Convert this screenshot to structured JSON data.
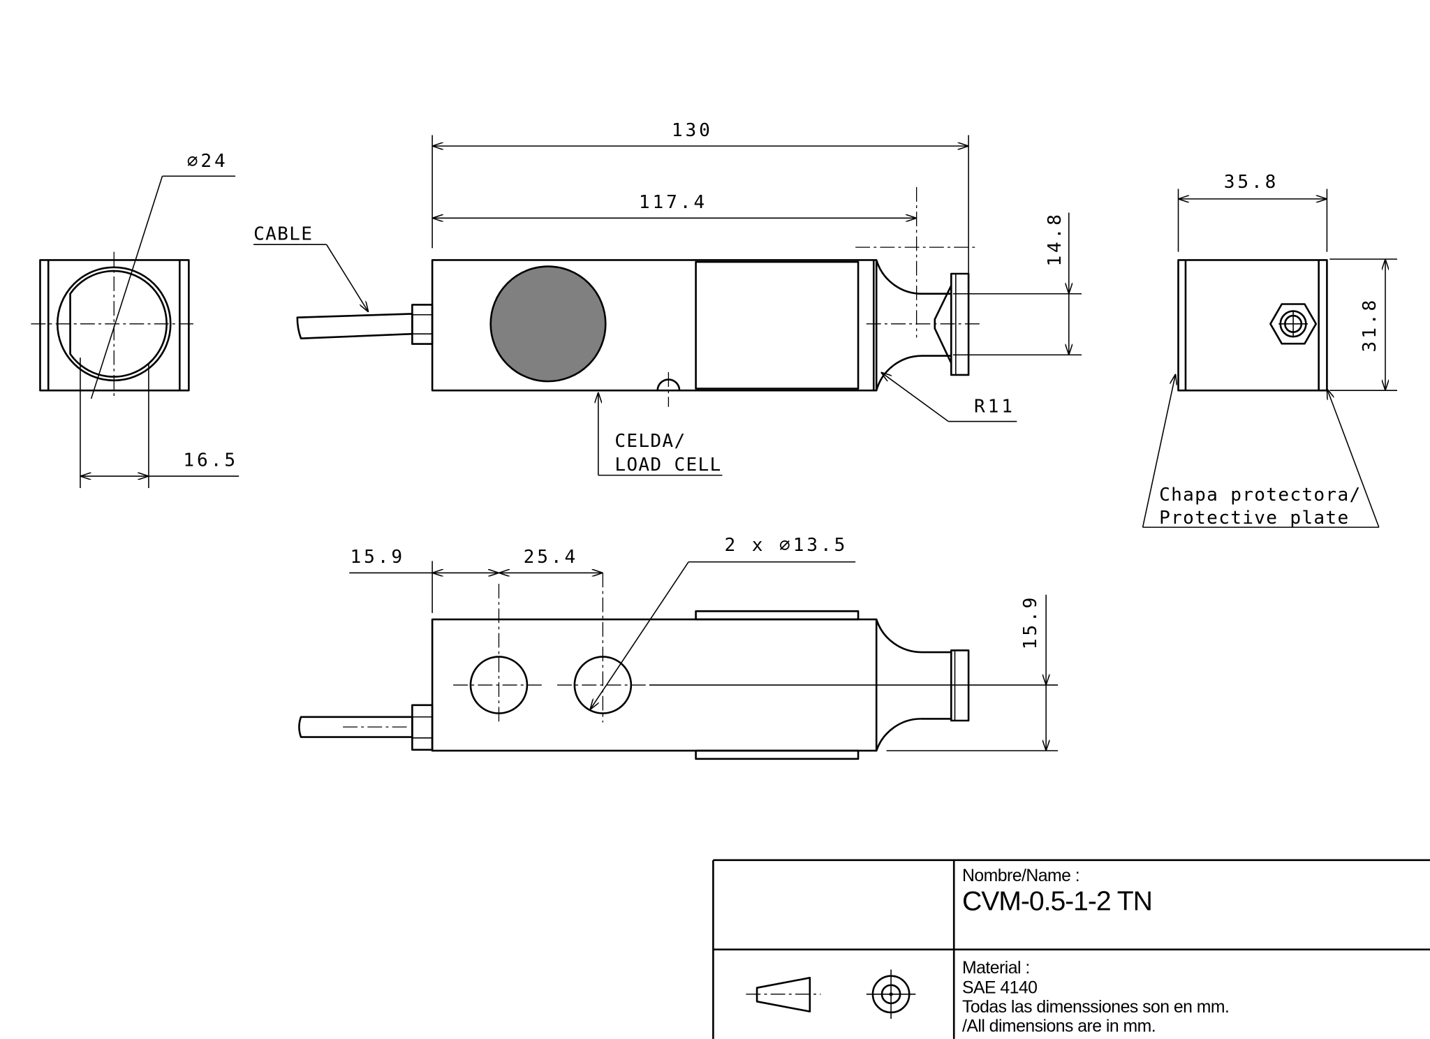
{
  "drawing": {
    "end_view_left": {
      "diameter_label": "∅24",
      "width_label": "16.5"
    },
    "side_view": {
      "length_total": "130",
      "length_pin": "117.4",
      "cable_label": "CABLE",
      "height_label": "14.8",
      "radius_label": "R11",
      "cell_label_line1": "CELDA/",
      "cell_label_line2": "LOAD CELL"
    },
    "end_view_right": {
      "width_label": "35.8",
      "height_label": "31.8",
      "plate_label_line1": "Chapa protectora/",
      "plate_label_line2": "Protective plate"
    },
    "top_view": {
      "offset_label": "15.9",
      "spacing_label": "25.4",
      "holes_label": "2 x ∅13.5",
      "height_label": "15.9"
    }
  },
  "title_block": {
    "name_caption": "Nombre/Name :",
    "name_value": "CVM-0.5-1-2 TN",
    "material_caption": "Material :",
    "material_value": "SAE 4140",
    "note_es": "Todas las dimenssiones son en mm.",
    "note_en": "/All dimensions are in mm."
  },
  "colors": {
    "line": "#000000",
    "load_cell_fill": "#808080",
    "background": "#ffffff"
  }
}
